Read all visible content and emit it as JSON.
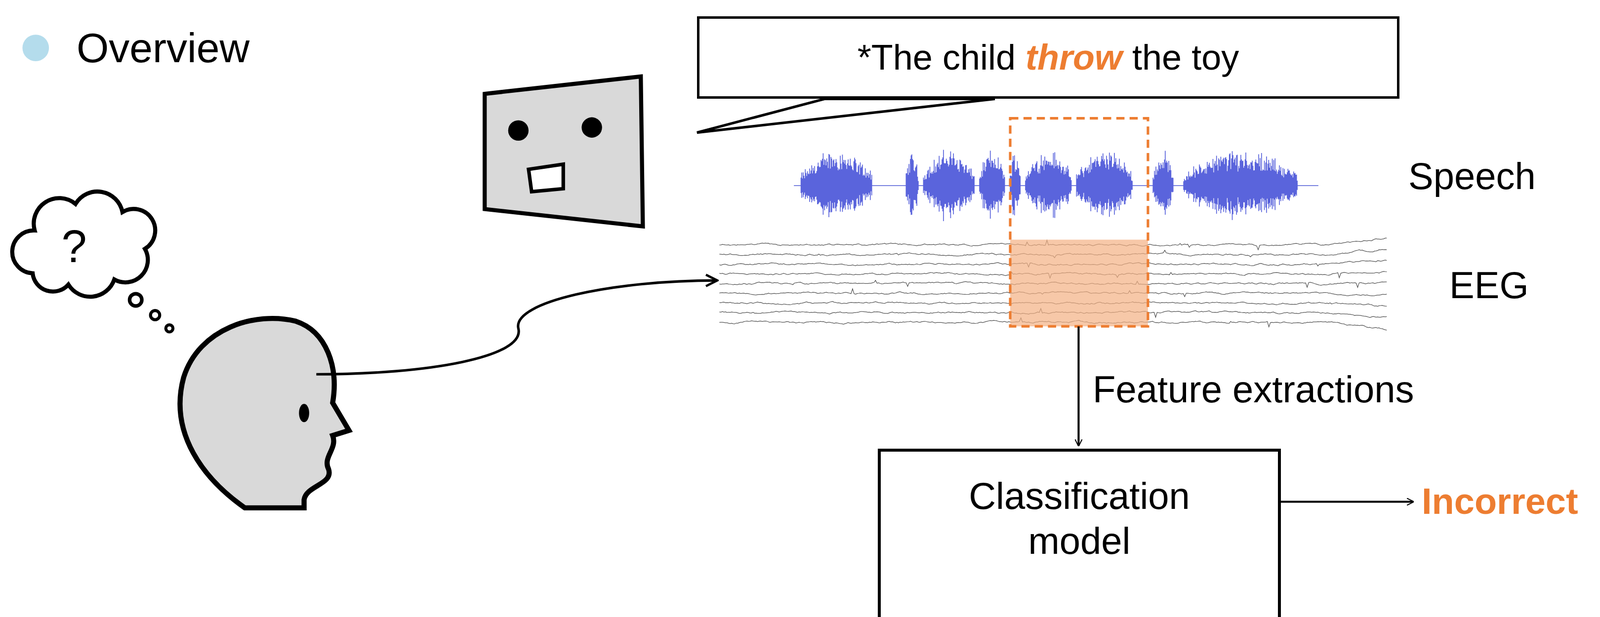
{
  "diagram": {
    "title": "Overview",
    "nodes": [
      {
        "text": [
          "*The child throw the toy"
        ]
      },
      {
        "text": [
          "Classification model"
        ]
      }
    ],
    "labels": [
      "?",
      "Speech",
      "EEG",
      "Feature extractions",
      "Incorrect"
    ]
  }
}
